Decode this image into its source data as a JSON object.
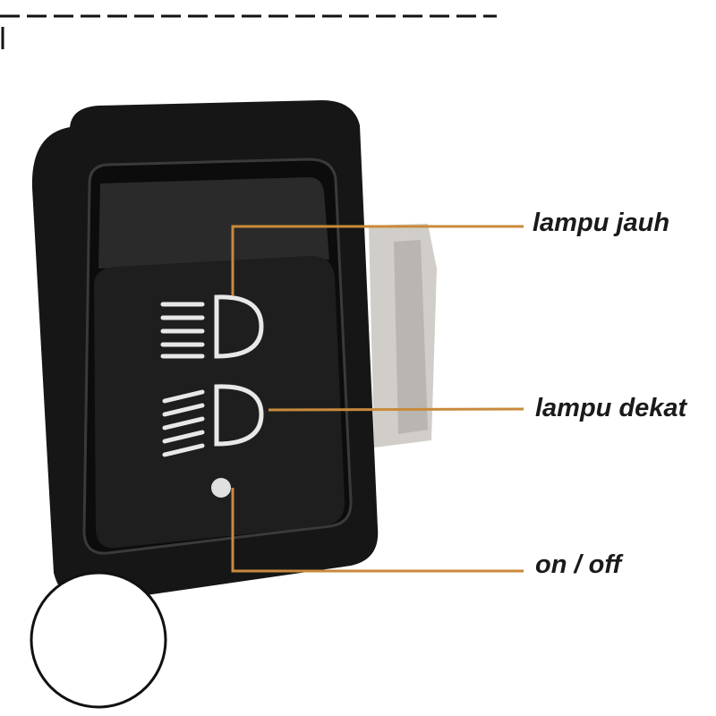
{
  "labels": {
    "high_beam": "lampu jauh",
    "low_beam": "lampu dekat",
    "power": "on / off"
  },
  "colors": {
    "leader_line": "#c98a3c",
    "switch_body": "#161616",
    "rocker": "#1e1e1e",
    "icon": "#e8e8e8"
  },
  "icons": [
    "high-beam-icon",
    "low-beam-icon",
    "power-dot-icon"
  ]
}
